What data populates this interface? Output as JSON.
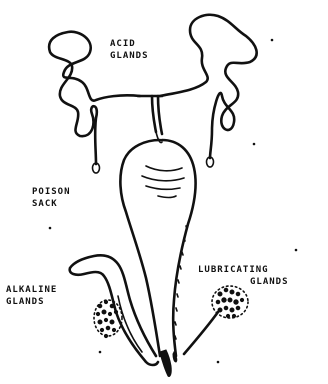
{
  "labels": {
    "acid_glands": [
      "ACID",
      "GLANDS"
    ],
    "poison_sack": [
      "POISON",
      "SACK"
    ],
    "alkaline_glands": [
      "ALKALINE",
      "GLANDS"
    ],
    "lubricating_glands": [
      "LUBRICATING",
      "GLANDS"
    ]
  },
  "colors": {
    "ink": "#111111",
    "paper": "#ffffff"
  }
}
